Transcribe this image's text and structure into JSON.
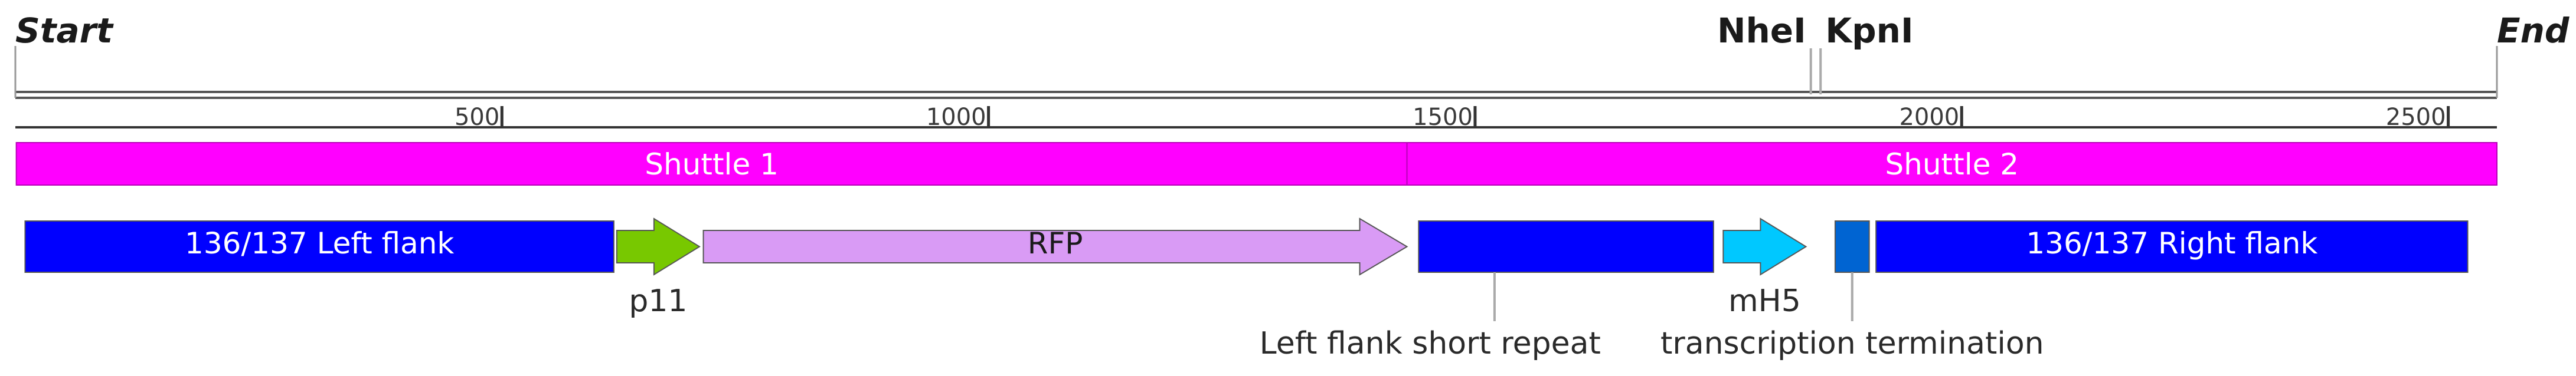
{
  "map": {
    "start_label": "Start",
    "end_label": "End",
    "sequence_length": 2550,
    "restriction_sites": [
      {
        "name": "NheI",
        "position": 1845
      },
      {
        "name": "KpnI",
        "position": 1855
      }
    ],
    "ruler_ticks": [
      500,
      1000,
      1500,
      2000,
      2500
    ],
    "regions": [
      {
        "name": "Shuttle 1",
        "start": 1,
        "end": 1430,
        "color": "#ff00ff"
      },
      {
        "name": "Shuttle 2",
        "start": 1430,
        "end": 2550,
        "color": "#ff00ff"
      }
    ],
    "features": [
      {
        "id": "left-flank",
        "label": "136/137 Left flank",
        "start": 10,
        "end": 615,
        "shape": "box",
        "color": "#0000ff",
        "label_position": "inside"
      },
      {
        "id": "p11",
        "label": "p11",
        "start": 618,
        "end": 703,
        "shape": "arrow",
        "color": "#78c800",
        "label_position": "below"
      },
      {
        "id": "rfp",
        "label": "RFP",
        "start": 707,
        "end": 1430,
        "shape": "arrow",
        "color": "#d99bf5",
        "label_position": "inside"
      },
      {
        "id": "left-flank-short-repeat",
        "label": "Left flank short repeat",
        "start": 1442,
        "end": 1745,
        "shape": "box",
        "color": "#0000ff",
        "label_position": "below"
      },
      {
        "id": "mh5",
        "label": "mH5",
        "start": 1755,
        "end": 1840,
        "shape": "arrow",
        "color": "#00c8ff",
        "label_position": "below"
      },
      {
        "id": "transcription-termination",
        "label": "transcription termination",
        "start": 1870,
        "end": 1905,
        "shape": "box",
        "color": "#0064d2",
        "label_position": "below"
      },
      {
        "id": "right-flank",
        "label": "136/137 Right flank",
        "start": 1912,
        "end": 2520,
        "shape": "box",
        "color": "#0000ff",
        "label_position": "inside"
      }
    ]
  }
}
